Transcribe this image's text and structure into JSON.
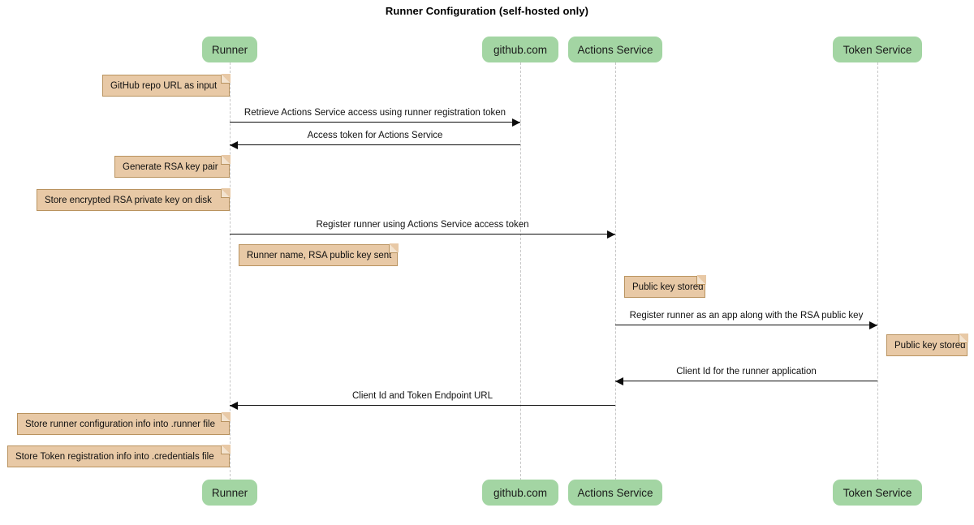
{
  "diagram": {
    "type": "sequence-diagram",
    "title": "Runner Configuration (self-hosted only)",
    "colors": {
      "participant_fill": "#a3d5a3",
      "note_fill": "#e8c9a6",
      "note_border": "#b9935f",
      "lifeline": "#c6c6c6",
      "arrow": "#0c0c0c",
      "background": "#ffffff"
    }
  },
  "participants": [
    {
      "id": "runner",
      "label": "Runner"
    },
    {
      "id": "github",
      "label": "github.com"
    },
    {
      "id": "actions",
      "label": "Actions Service"
    },
    {
      "id": "token",
      "label": "Token Service"
    }
  ],
  "messages": [
    {
      "id": "m1",
      "label": "Retrieve Actions Service access using runner registration token",
      "from": "runner",
      "to": "github",
      "direction": "right"
    },
    {
      "id": "m2",
      "label": "Access token for Actions Service",
      "from": "github",
      "to": "runner",
      "direction": "left"
    },
    {
      "id": "m3",
      "label": "Register runner using Actions Service access token",
      "from": "runner",
      "to": "actions",
      "direction": "right"
    },
    {
      "id": "m4",
      "label": "Register runner as an app along with the RSA public key",
      "from": "actions",
      "to": "token",
      "direction": "right"
    },
    {
      "id": "m5",
      "label": "Client Id for the runner application",
      "from": "token",
      "to": "actions",
      "direction": "left"
    },
    {
      "id": "m6",
      "label": "Client Id and Token Endpoint URL",
      "from": "actions",
      "to": "runner",
      "direction": "left"
    }
  ],
  "notes": [
    {
      "id": "n1",
      "text": "GitHub repo URL as input",
      "anchor": "runner",
      "align": "left-of"
    },
    {
      "id": "n2",
      "text": "Generate RSA key pair",
      "anchor": "runner",
      "align": "left-of"
    },
    {
      "id": "n3",
      "text": "Store encrypted RSA private key on disk",
      "anchor": "runner",
      "align": "left-of"
    },
    {
      "id": "n4",
      "text": "Runner name, RSA public key sent",
      "anchor": "runner",
      "align": "right-of"
    },
    {
      "id": "n5",
      "text": "Public key stored",
      "anchor": "actions",
      "align": "right-of"
    },
    {
      "id": "n6",
      "text": "Public key stored",
      "anchor": "token",
      "align": "right-of"
    },
    {
      "id": "n7",
      "text": "Store runner configuration info into .runner file",
      "anchor": "runner",
      "align": "left-of"
    },
    {
      "id": "n8",
      "text": "Store Token registration info into .credentials file",
      "anchor": "runner",
      "align": "left-of"
    }
  ]
}
